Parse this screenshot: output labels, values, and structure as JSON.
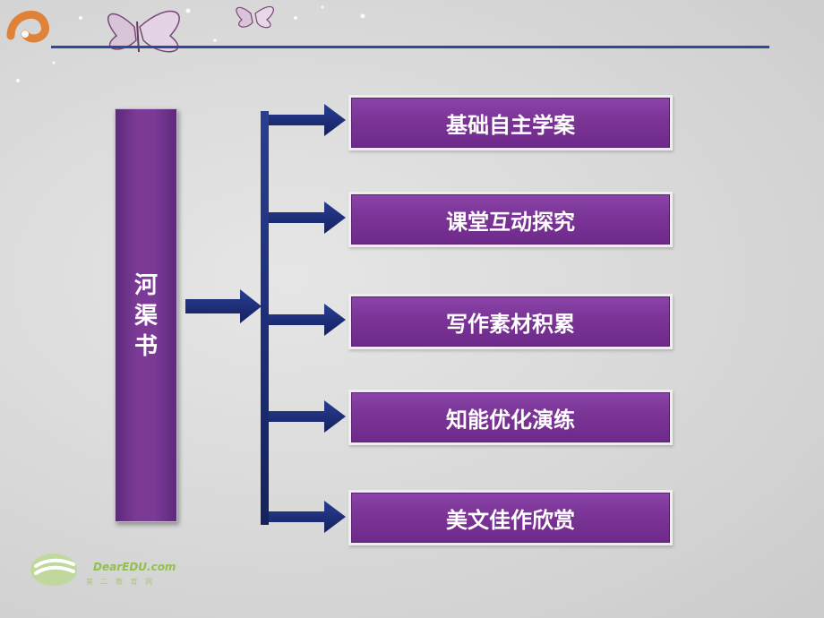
{
  "diagram": {
    "root": [
      "河",
      "渠",
      "书"
    ],
    "items": [
      {
        "label": "基础自主学案"
      },
      {
        "label": "课堂互动探究"
      },
      {
        "label": "写作素材积累"
      },
      {
        "label": "知能优化演练"
      },
      {
        "label": "美文佳作欣赏"
      }
    ]
  },
  "watermark": {
    "brand": "DearEDU.com",
    "sub": "第 二 教 育 网"
  },
  "colors": {
    "purple": "#7a3496",
    "navy": "#1e2f7a",
    "rule": "#2c4a97"
  }
}
